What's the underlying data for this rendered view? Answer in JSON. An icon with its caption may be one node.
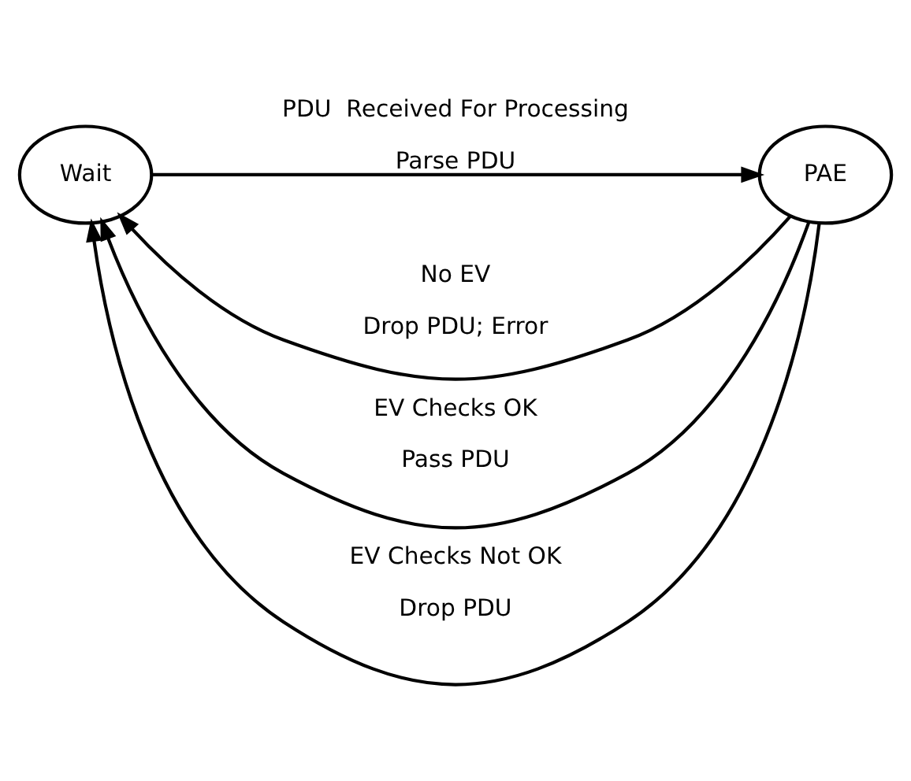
{
  "diagram": {
    "nodes": [
      {
        "text": [
          "Wait"
        ]
      },
      {
        "text": [
          "PAE"
        ]
      }
    ],
    "edges": [
      {
        "from": 1,
        "to": 0,
        "arrow": "to",
        "label": [
          "No EV",
          "Drop PDU; Error"
        ]
      },
      {
        "from": 0,
        "to": 1,
        "arrow": "to",
        "label": [
          "PDU  Received For Processing",
          "Parse PDU"
        ]
      },
      {
        "from": 1,
        "to": 0,
        "arrow": "to",
        "label": [
          "EV Checks OK",
          "Pass PDU"
        ]
      },
      {
        "from": 1,
        "to": 0,
        "arrow": "to",
        "label": [
          "EV Checks Not OK",
          "Drop PDU"
        ]
      }
    ]
  }
}
